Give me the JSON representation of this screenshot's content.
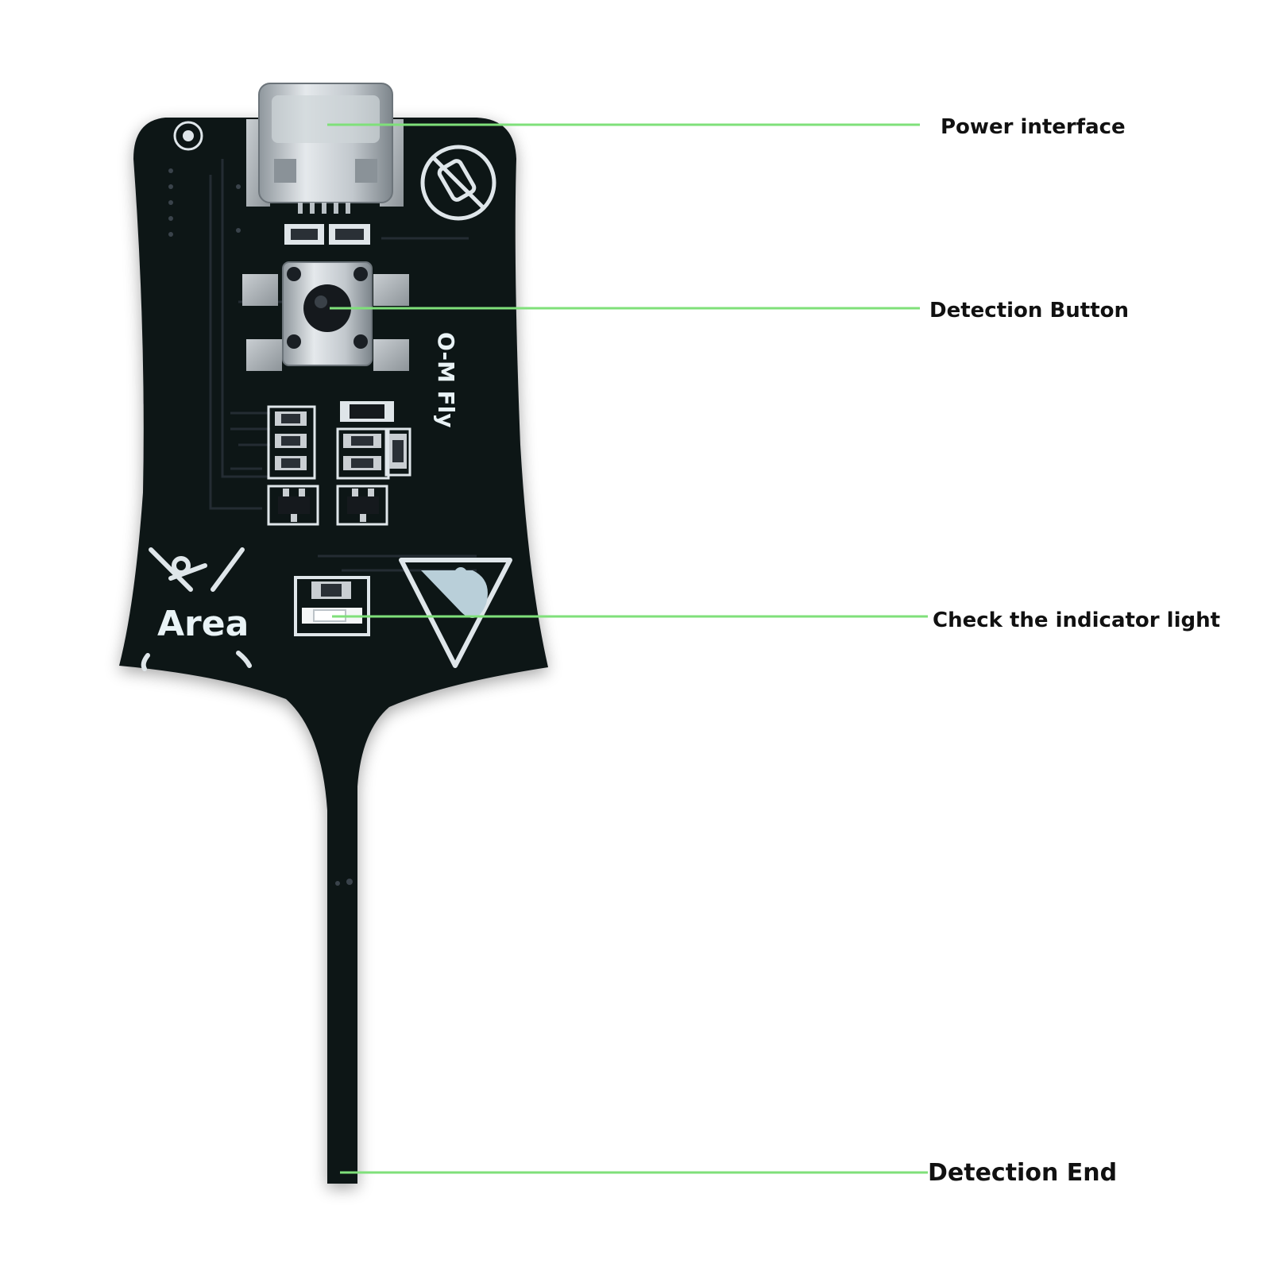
{
  "board": {
    "brand_text": "O-M Fly",
    "area_text": "Area"
  },
  "callouts": {
    "power_interface": "Power interface",
    "detection_button": "Detection Button",
    "indicator_light": "Check the indicator light",
    "detection_end": "Detection End"
  },
  "colors": {
    "background": "#ffffff",
    "board": "#101418",
    "silkscreen": "#e9f3f6",
    "leader_line": "#7fe07a",
    "label_text": "#111111"
  }
}
